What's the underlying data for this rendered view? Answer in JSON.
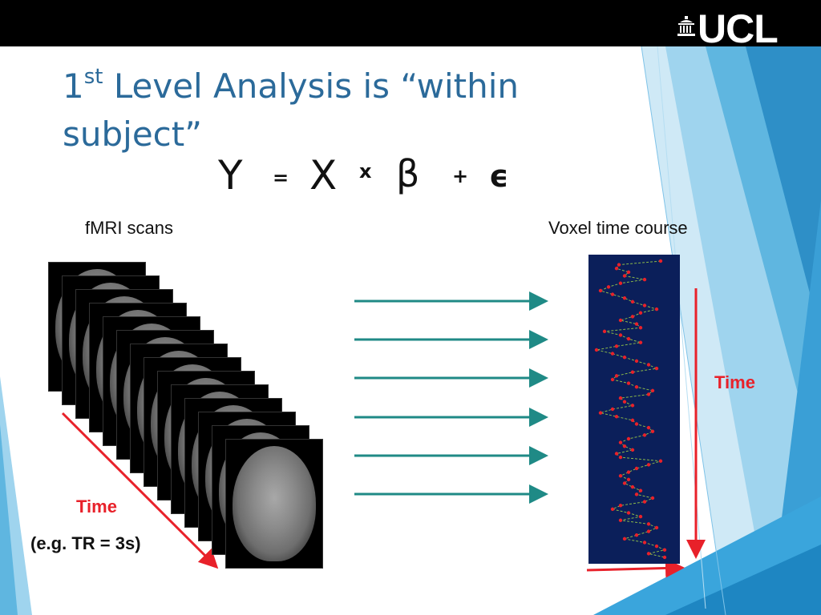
{
  "header": {
    "logo_text": "UCL"
  },
  "slide": {
    "title_prefix": "1",
    "title_superscript": "st",
    "title_rest": " Level Analysis is “within subject”",
    "equation": {
      "Y": "Y",
      "eq": "=",
      "X": "X",
      "times": "x",
      "beta": "β",
      "plus": "+",
      "eps": "ϵ"
    },
    "left_label": "fMRI scans",
    "right_label": "Voxel time course",
    "time_left": "Time",
    "tr_note": "(e.g. TR = 3s)",
    "time_right": "Time"
  },
  "colors": {
    "title": "#2b6a9a",
    "accent_red": "#e8212a",
    "arrow_teal": "#1f8a86",
    "timecourse_bg": "#0b1f5a",
    "timecourse_line": "#8ab84a"
  }
}
